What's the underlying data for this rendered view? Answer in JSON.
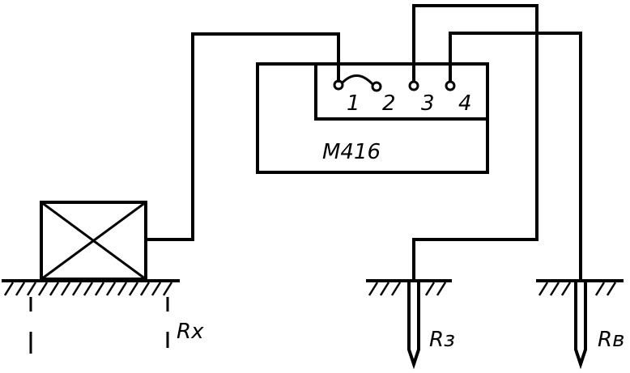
{
  "device": {
    "name": "M416"
  },
  "terminals": [
    {
      "label": "1"
    },
    {
      "label": "2"
    },
    {
      "label": "3"
    },
    {
      "label": "4"
    }
  ],
  "labels": {
    "object": "Rx",
    "ground_electrode": "Rз",
    "aux_electrode": "Rв"
  }
}
